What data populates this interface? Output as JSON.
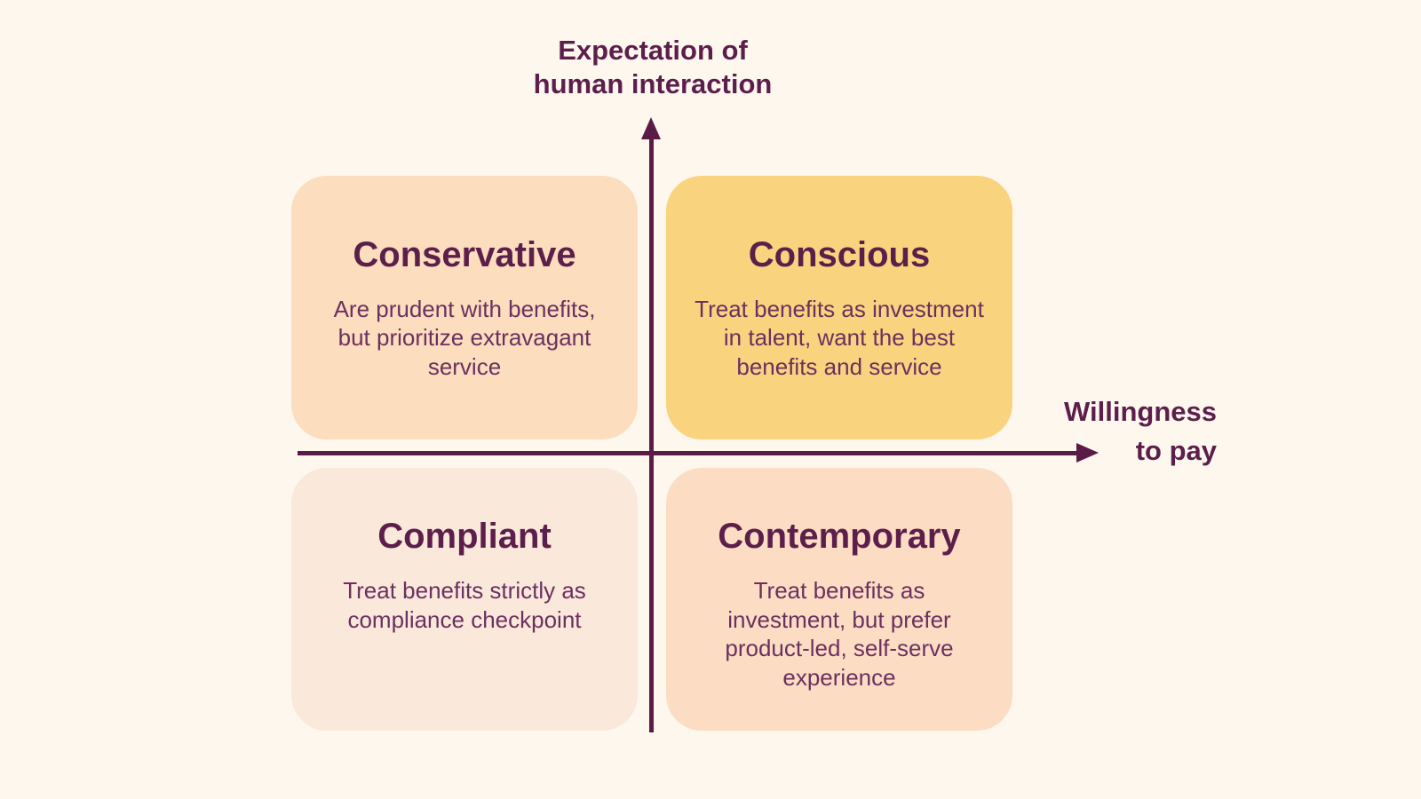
{
  "palette": {
    "background": "#FDF7EE",
    "axis": "#5A1C46",
    "heading_text": "#5C1F4B",
    "body_text": "#6C3060"
  },
  "axes": {
    "y_axis_title": "Expectation of\nhuman interaction",
    "x_axis_title": "Willingness\nto pay"
  },
  "quadrants": [
    {
      "id": "conservative",
      "title": "Conservative",
      "description": "Are prudent with benefits,\nbut prioritize extravagant\nservice",
      "bg": "#FCDDBD"
    },
    {
      "id": "conscious",
      "title": "Conscious",
      "description": "Treat benefits as investment\nin talent, want the best\nbenefits and service",
      "bg": "#FAD37E"
    },
    {
      "id": "compliant",
      "title": "Compliant",
      "description": "Treat benefits strictly as\ncompliance checkpoint",
      "bg": "#FAE8DB"
    },
    {
      "id": "contemporary",
      "title": "Contemporary",
      "description": "Treat benefits as\ninvestment, but prefer\nproduct-led, self-serve\nexperience",
      "bg": "#FCDDC3"
    }
  ]
}
